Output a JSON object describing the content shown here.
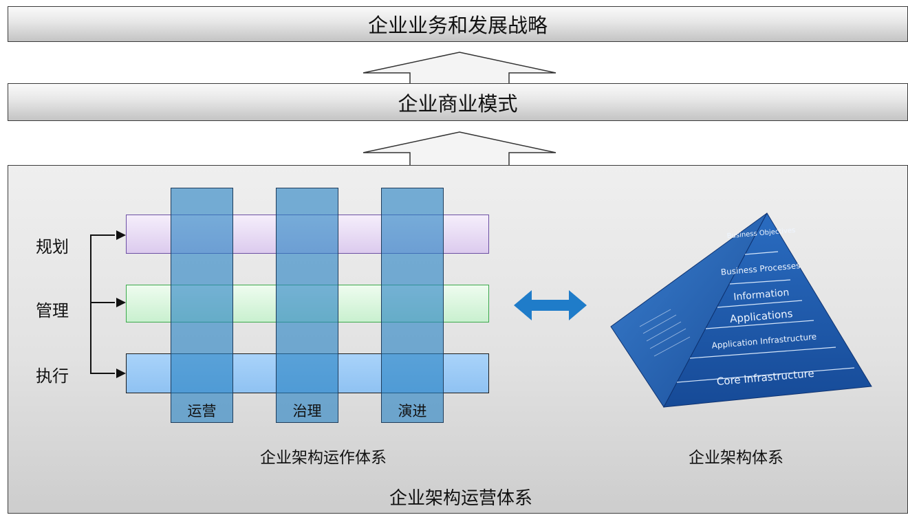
{
  "top_bar": {
    "title": "企业业务和发展战略"
  },
  "middle_bar": {
    "title": "企业商业模式"
  },
  "panel": {
    "title": "企业架构运营体系",
    "left_caption": "企业架构运作体系",
    "right_caption": "企业架构体系"
  },
  "rows": [
    {
      "label": "规划",
      "color": "#e6d6f3",
      "border": "#6b4ea3"
    },
    {
      "label": "管理",
      "color": "#d2f5d8",
      "border": "#3aa84a"
    },
    {
      "label": "执行",
      "color": "#9ccaf5",
      "border": "#1a1a1a"
    }
  ],
  "columns": [
    {
      "label": "运营"
    },
    {
      "label": "治理"
    },
    {
      "label": "演进"
    }
  ],
  "pyramid": {
    "layers": [
      "Business Objectives",
      "Business Processes",
      "Information",
      "Applications",
      "Application Infrastructure",
      "Core Infrastructure"
    ]
  },
  "colors": {
    "column_blue": "#2882c3",
    "double_arrow": "#1f7cc9",
    "pyramid_blue": "#1f56a8"
  }
}
